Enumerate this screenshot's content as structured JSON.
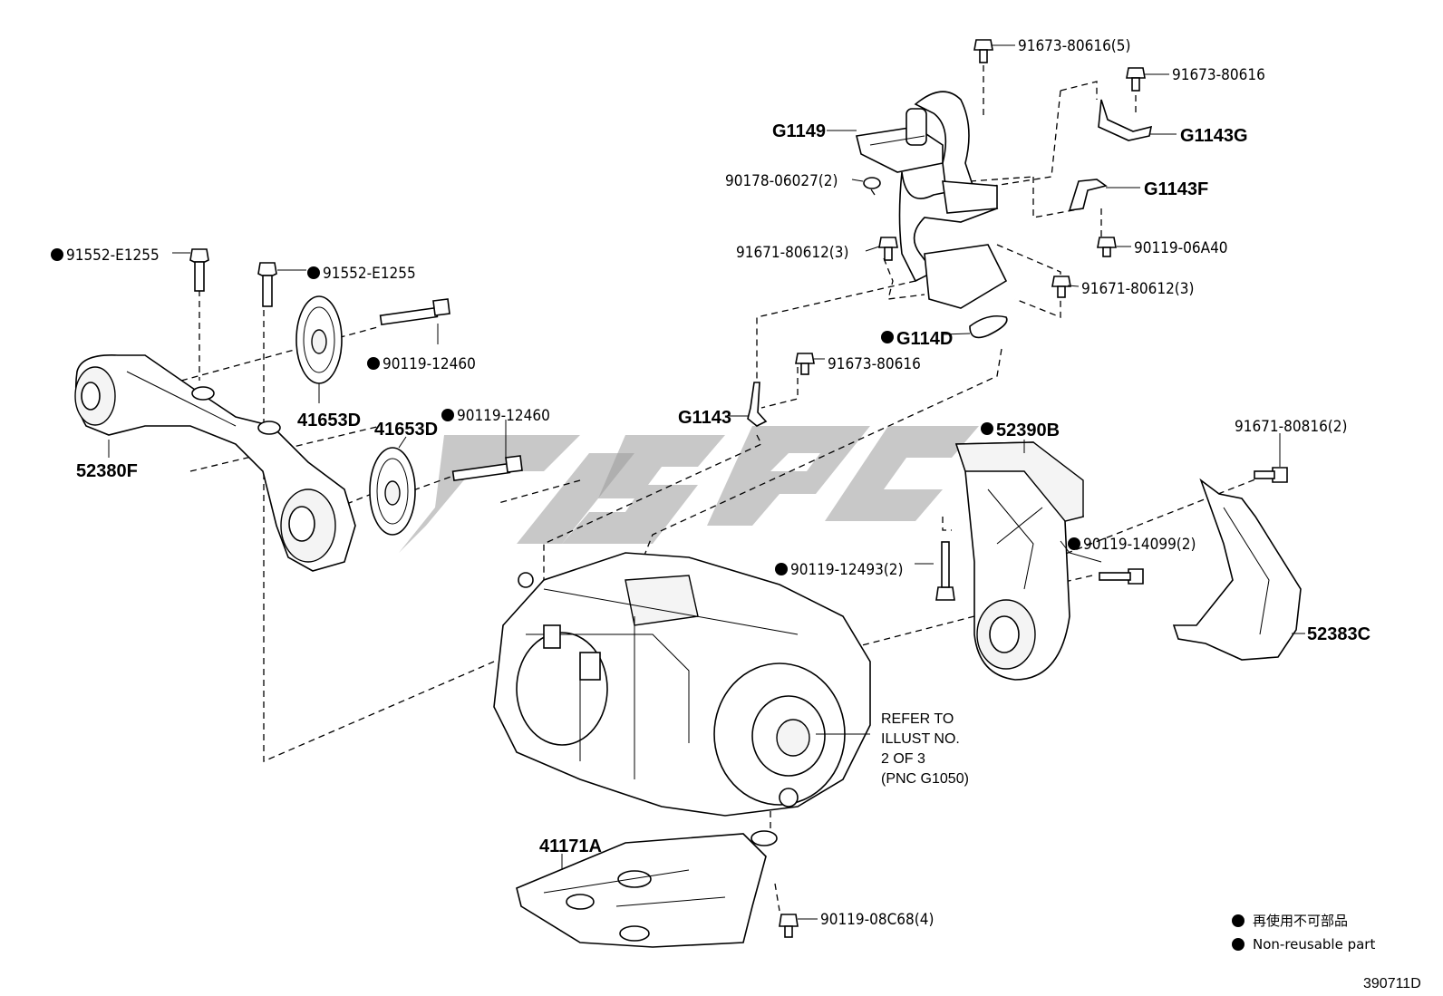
{
  "diagram_id": "390711D",
  "callouts": {
    "c1": "91673-80616(5)",
    "c2": "91673-80616",
    "c3": "G1143G",
    "c4": "G1149",
    "c5": "90178-06027(2)",
    "c6": "G1143F",
    "c7": "90119-06A40",
    "c8": "91671-80612(3)",
    "c9": "91671-80612(3)",
    "c10": "91552-E1255",
    "c11": "91552-E1255",
    "c12": "G114D",
    "c13": "90119-12460",
    "c14": "41653D",
    "c15": "91673-80616",
    "c16": "90119-12460",
    "c17": "41653D",
    "c18": "G1143",
    "c19": "52390B",
    "c20": "91671-80816(2)",
    "c21": "52380F",
    "c22": "90119-14099(2)",
    "c23": "90119-12493(2)",
    "c24": "52383C",
    "c25": "41171A",
    "c26": "90119-08C68(4)"
  },
  "refer_note": {
    "line1": "REFER TO",
    "line2": "ILLUST NO.",
    "line3": "2 OF 3",
    "line4": "(PNC G1050)"
  },
  "legend": {
    "jp": "再使用不可部品",
    "en": "Non-reusable part"
  }
}
